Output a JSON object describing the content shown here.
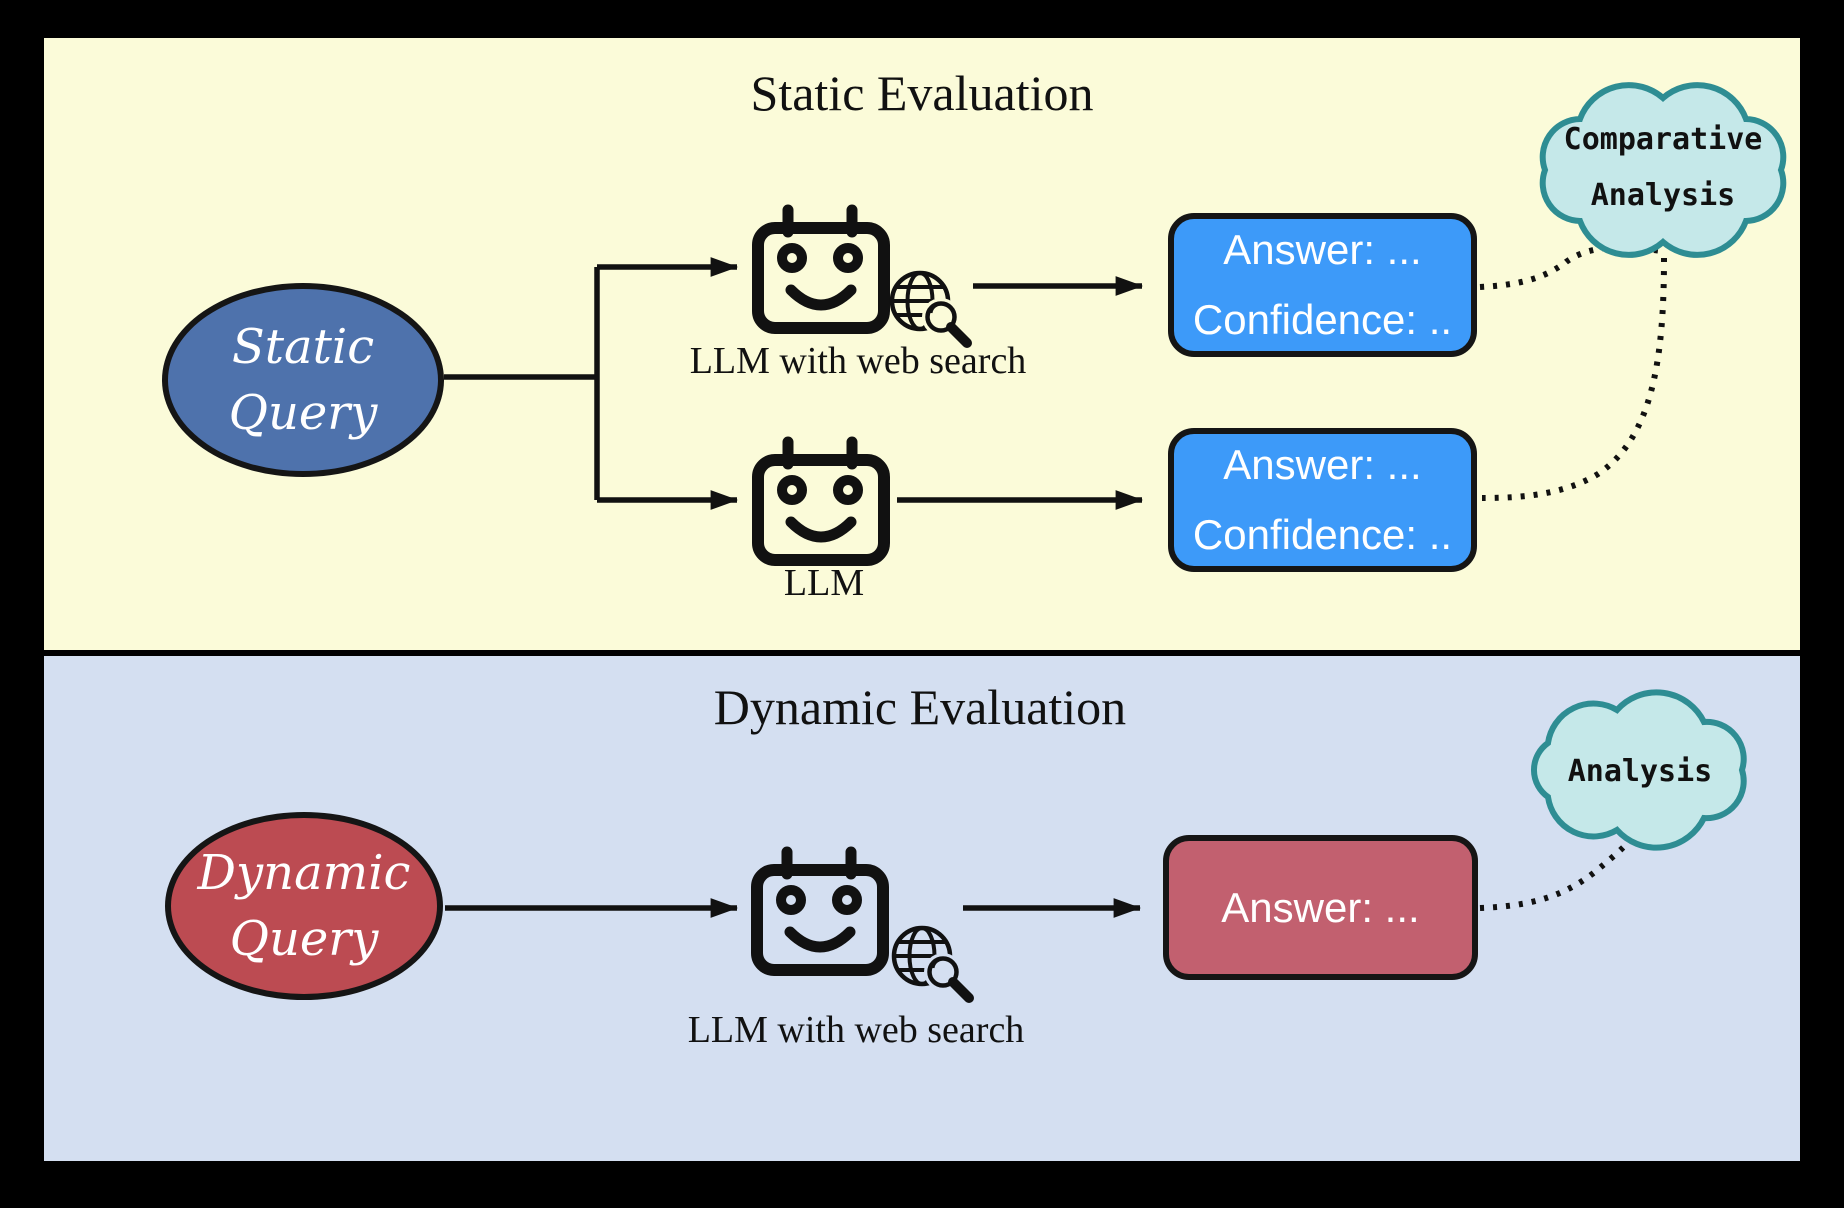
{
  "static_section": {
    "title": "Static Evaluation",
    "query": {
      "line1": "Static",
      "line2": "Query"
    },
    "branches": [
      {
        "model_label": "LLM with web search",
        "output": {
          "line1": "Answer: ...",
          "line2": "Confidence: .."
        }
      },
      {
        "model_label": "LLM",
        "output": {
          "line1": "Answer: ...",
          "line2": "Confidence: .."
        }
      }
    ],
    "analysis_cloud": {
      "line1": "Comparative",
      "line2": "Analysis"
    }
  },
  "dynamic_section": {
    "title": "Dynamic Evaluation",
    "query": {
      "line1": "Dynamic",
      "line2": "Query"
    },
    "branch": {
      "model_label": "LLM with web search",
      "output": {
        "line1": "Answer: ..."
      }
    },
    "analysis_cloud": {
      "line1": "Analysis"
    }
  },
  "icons": {
    "robot": "robot-face-icon",
    "web_search": "globe-magnifier-icon",
    "analysis": "cloud-shape"
  },
  "colors": {
    "page_bg": "#000000",
    "static_panel_bg": "#FBFBD9",
    "dynamic_panel_bg": "#D4DFF1",
    "static_query_fill": "#4E72AC",
    "dynamic_query_fill": "#BC4B52",
    "static_output_fill": "#3D9AF9",
    "dynamic_output_fill": "#C2606F",
    "cloud_fill": "#C5E8E9",
    "cloud_stroke": "#2E8D93",
    "line_color": "#111111",
    "text_color": "#111111",
    "box_text_color": "#FFFFFF"
  }
}
